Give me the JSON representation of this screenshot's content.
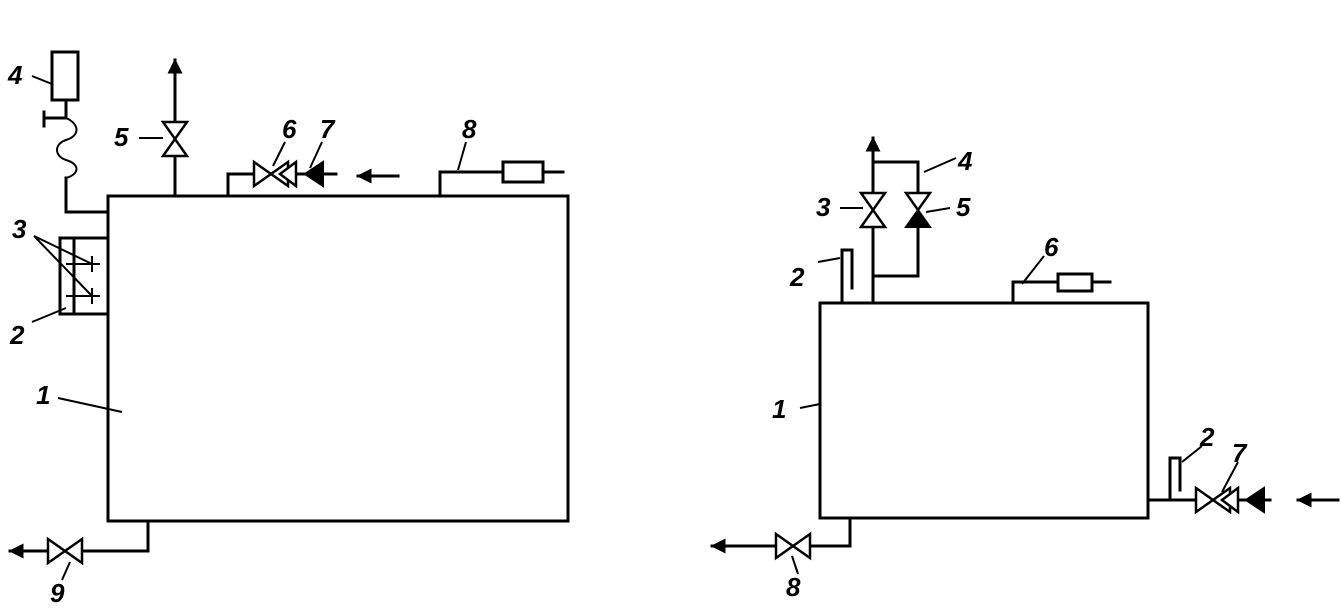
{
  "left_scheme": {
    "labels": {
      "tank": "1",
      "gauge_glass": "2",
      "gauge_cocks": "3",
      "pressure_gauge": "4",
      "vent_valve": "5",
      "inlet_valve": "6",
      "check_valve": "7",
      "safety_valve": "8",
      "drain_valve": "9"
    }
  },
  "right_scheme": {
    "labels": {
      "tank": "1",
      "level_indicator": "2",
      "vent_valve": "3",
      "bypass_line": "4",
      "bypass_valve": "5",
      "safety_valve": "6",
      "inlet_valve": "7",
      "drain_valve": "8"
    }
  }
}
